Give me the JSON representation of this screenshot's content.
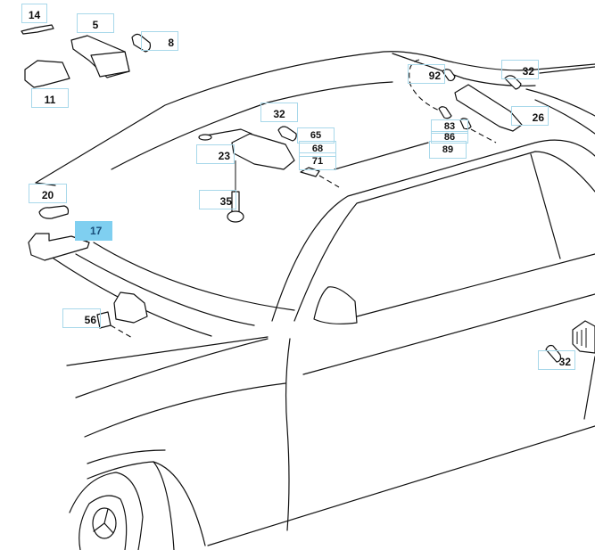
{
  "diagram": {
    "title": "Interior / courtesy lighting parts diagram",
    "selected_part": "17",
    "colors": {
      "callout_border": "#a8d8ea",
      "selected_fill": "#7fcff0",
      "selected_text": "#1a4f7a",
      "line": "#111111"
    },
    "callouts": [
      {
        "id": "c14",
        "label": "14"
      },
      {
        "id": "c5",
        "label": "5"
      },
      {
        "id": "c8",
        "label": "8"
      },
      {
        "id": "c11",
        "label": "11"
      },
      {
        "id": "c32a",
        "label": "32"
      },
      {
        "id": "c65",
        "label": "65"
      },
      {
        "id": "c68",
        "label": "68"
      },
      {
        "id": "c71",
        "label": "71"
      },
      {
        "id": "c23",
        "label": "23"
      },
      {
        "id": "c35",
        "label": "35"
      },
      {
        "id": "c92",
        "label": "92"
      },
      {
        "id": "c32b",
        "label": "32"
      },
      {
        "id": "c26",
        "label": "26"
      },
      {
        "id": "c83",
        "label": "83"
      },
      {
        "id": "c86",
        "label": "86"
      },
      {
        "id": "c89",
        "label": "89"
      },
      {
        "id": "c20",
        "label": "20"
      },
      {
        "id": "c17",
        "label": "17"
      },
      {
        "id": "c56",
        "label": "56"
      },
      {
        "id": "c32c",
        "label": "32"
      }
    ]
  }
}
